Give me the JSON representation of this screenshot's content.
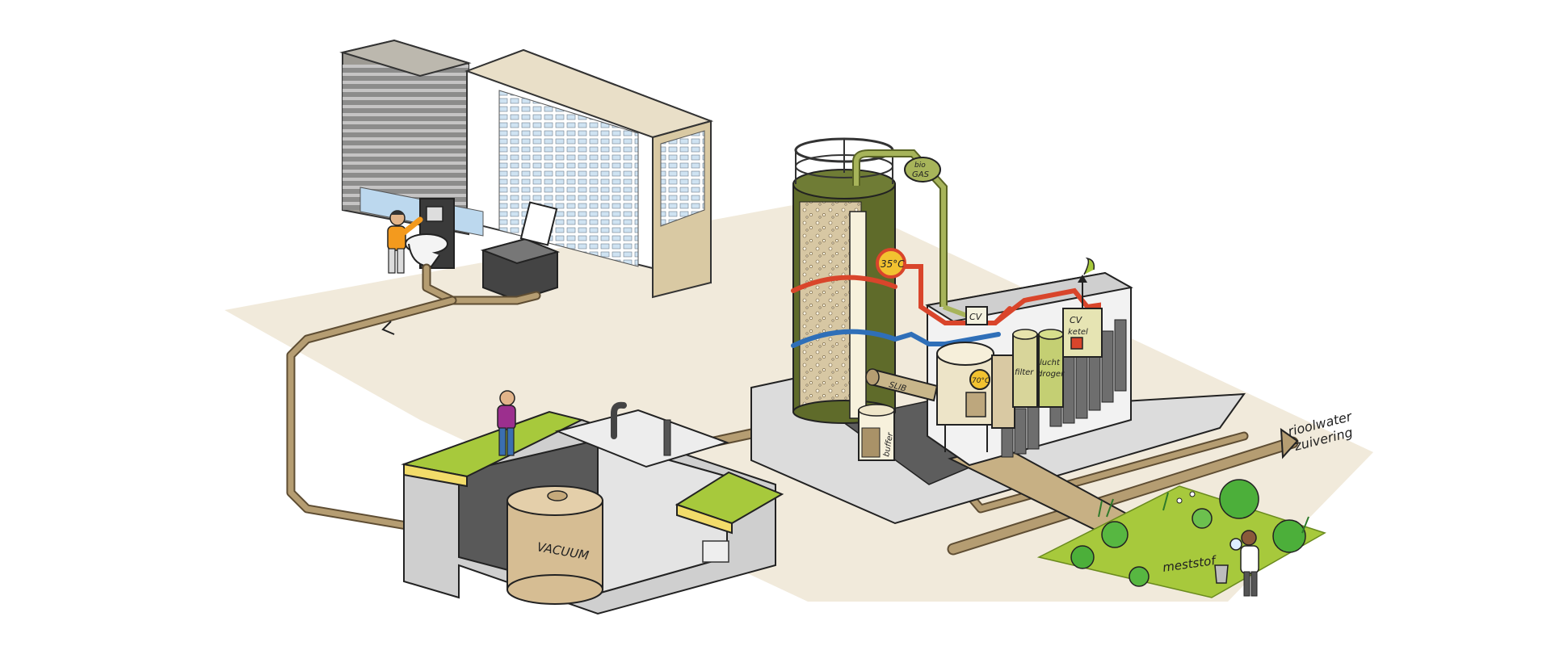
{
  "labels": {
    "biogas_line1": "bio",
    "biogas_line2": "GAS",
    "temp_reactor": "35°C",
    "temp_tank": "70°C",
    "cv_box": "CV",
    "cv_ketel_line1": "CV",
    "cv_ketel_line2": "ketel",
    "filter": "filter",
    "lucht_line1": "lucht",
    "lucht_line2": "droger",
    "slib": "SLIB",
    "buffer": "buffer",
    "vacuum": "VACUUM",
    "rioolwater_line1": "rioolwater",
    "rioolwater_line2": "zuivering",
    "meststof": "meststof"
  },
  "colors": {
    "ground": "#f1eadb",
    "pipe": "#b59d72",
    "pipe_dark": "#8a7450",
    "grass": "#a7c93c",
    "reactor": "#5f6b2a",
    "hot_pipe": "#d9452b",
    "cold_pipe": "#2f6fb8",
    "concrete": "#dcdcdc",
    "tank": "#d6bd93"
  }
}
